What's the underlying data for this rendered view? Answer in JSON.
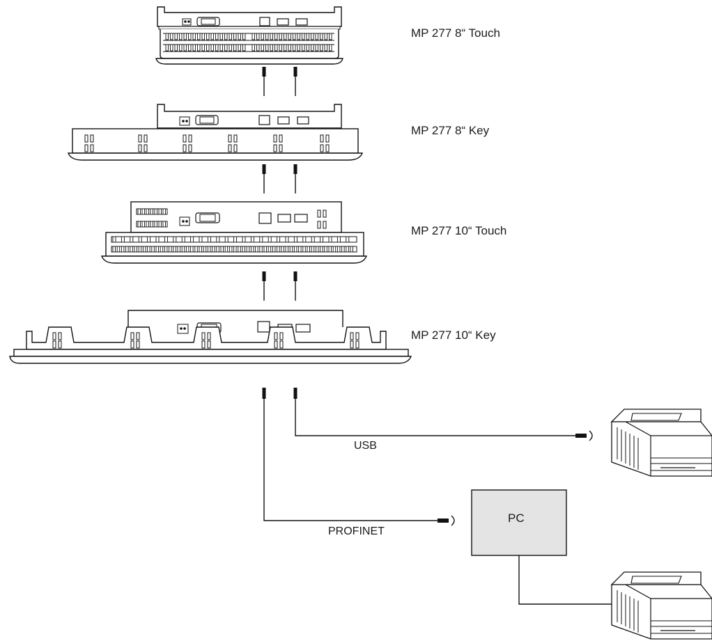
{
  "devices": [
    {
      "label": "MP 277 8“ Touch"
    },
    {
      "label": "MP 277 8“ Key"
    },
    {
      "label": "MP 277 10“ Touch"
    },
    {
      "label": "MP 277 10“ Key"
    }
  ],
  "connections": {
    "usb_label": "USB",
    "profinet_label": "PROFINET",
    "pc_label": "PC"
  },
  "colors": {
    "line": "#1a1a1a",
    "pc_fill": "#e4e4e4",
    "device_fill": "#ffffff"
  }
}
